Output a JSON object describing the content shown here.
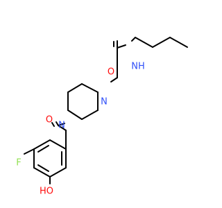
{
  "molecule": {
    "colors": {
      "bond": "#000000",
      "oxygen": "#ff0d0d",
      "nitrogen": "#3050f8",
      "fluorine": "#90e050"
    },
    "labels": {
      "amide_oxygen": "O",
      "amide_nitrogen": "NH",
      "piperazine_n1": "N",
      "piperazine_n4": "N",
      "ketone_oxygen": "O",
      "fluorine": "F",
      "hydroxyl": "HO"
    }
  }
}
